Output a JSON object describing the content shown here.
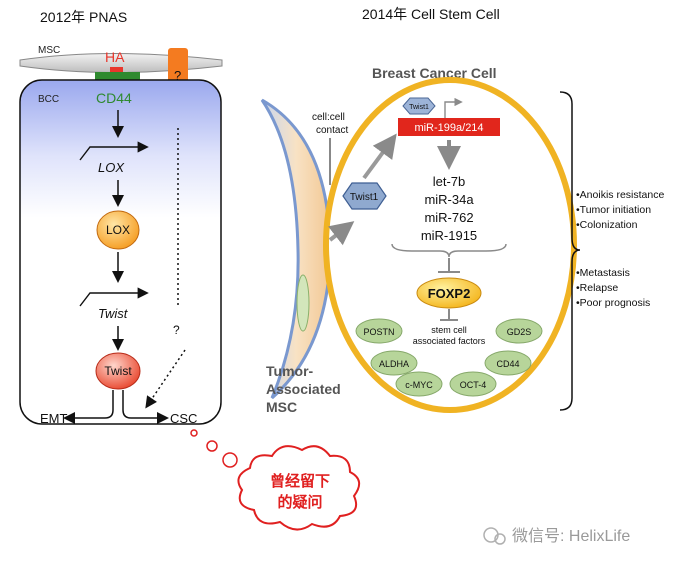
{
  "left_panel": {
    "title": "2012年 PNAS",
    "msc_label": "MSC",
    "ha_label": "HA",
    "question_box": "?",
    "bcc_label": "BCC",
    "cd44_label": "CD44",
    "lox_gene": "LOX",
    "lox_protein": "LOX",
    "twist_gene": "Twist",
    "twist_protein": "Twist",
    "question_mid": "?",
    "emt_label": "EMT",
    "csc_label": "CSC"
  },
  "thought_bubble": {
    "line1": "曾经留下",
    "line2": "的疑问"
  },
  "right_panel": {
    "title": "2014年 Cell Stem Cell",
    "cell_title": "Breast Cancer Cell",
    "contact_line1": "cell:cell",
    "contact_line2": "contact",
    "twist_small": "Twist1",
    "mir_box": "miR-199a/214",
    "twist1": "Twist1",
    "mirs": [
      "let-7b",
      "miR-34a",
      "miR-762",
      "miR-1915"
    ],
    "foxp2": "FOXP2",
    "stem_line1": "stem cell",
    "stem_line2": "associated factors",
    "factors": [
      "POSTN",
      "GD2S",
      "ALDHA",
      "CD44",
      "c-MYC",
      "OCT-4"
    ],
    "msc_line1": "Tumor-",
    "msc_line2": "Associated",
    "msc_line3": "MSC",
    "outcomes_a": [
      "•Anoikis resistance",
      "•Tumor initiation",
      "•Colonization"
    ],
    "outcomes_b": [
      "•Metastasis",
      "•Relapse",
      "•Poor prognosis"
    ]
  },
  "watermark": "微信号: HelixLife",
  "colors": {
    "ha_red": "#e8362c",
    "cd44_green": "#2f8a2f",
    "orange_node": "#f7941d",
    "cell_border": "#f0b323",
    "mir_red": "#e1261c",
    "factor_green": "#b7d59a",
    "twist_blue": "#8fa9cf"
  }
}
